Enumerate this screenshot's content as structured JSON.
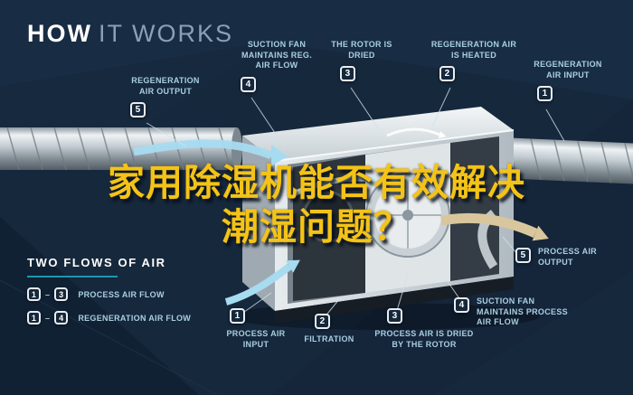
{
  "title": {
    "bold": "HOW",
    "light": "IT WORKS"
  },
  "overlay": {
    "line1": "家用除湿机能否有效解决",
    "line2": "潮湿问题？"
  },
  "callouts": [
    {
      "num": "5",
      "label": "REGENERATION AIR OUTPUT"
    },
    {
      "num": "4",
      "label": "SUCTION FAN MAINTAINS REG. AIR FLOW"
    },
    {
      "num": "3",
      "label": "THE ROTOR IS DRIED"
    },
    {
      "num": "2",
      "label": "REGENERATION AIR IS HEATED"
    },
    {
      "num": "1",
      "label": "REGENERATION AIR INPUT"
    },
    {
      "num": "1",
      "label": "PROCESS AIR INPUT"
    },
    {
      "num": "2",
      "label": "FILTRATION"
    },
    {
      "num": "3",
      "label": "PROCESS AIR IS DRIED BY THE ROTOR"
    },
    {
      "num": "4",
      "label": "SUCTION FAN MAINTAINS PROCESS AIR FLOW"
    },
    {
      "num": "5",
      "label": "PROCESS AIR OUTPUT"
    }
  ],
  "legend": {
    "heading": "TWO FLOWS OF AIR",
    "dash": "–",
    "rows": [
      {
        "start": "1",
        "end": "3",
        "label": "PROCESS AIR FLOW"
      },
      {
        "start": "1",
        "end": "4",
        "label": "REGENERATION AIR FLOW"
      }
    ]
  },
  "colors": {
    "background": "#16283c",
    "accent_teal": "#1f96ad",
    "label_text": "#a9cfe0",
    "headline_gold": "#f3c318"
  }
}
